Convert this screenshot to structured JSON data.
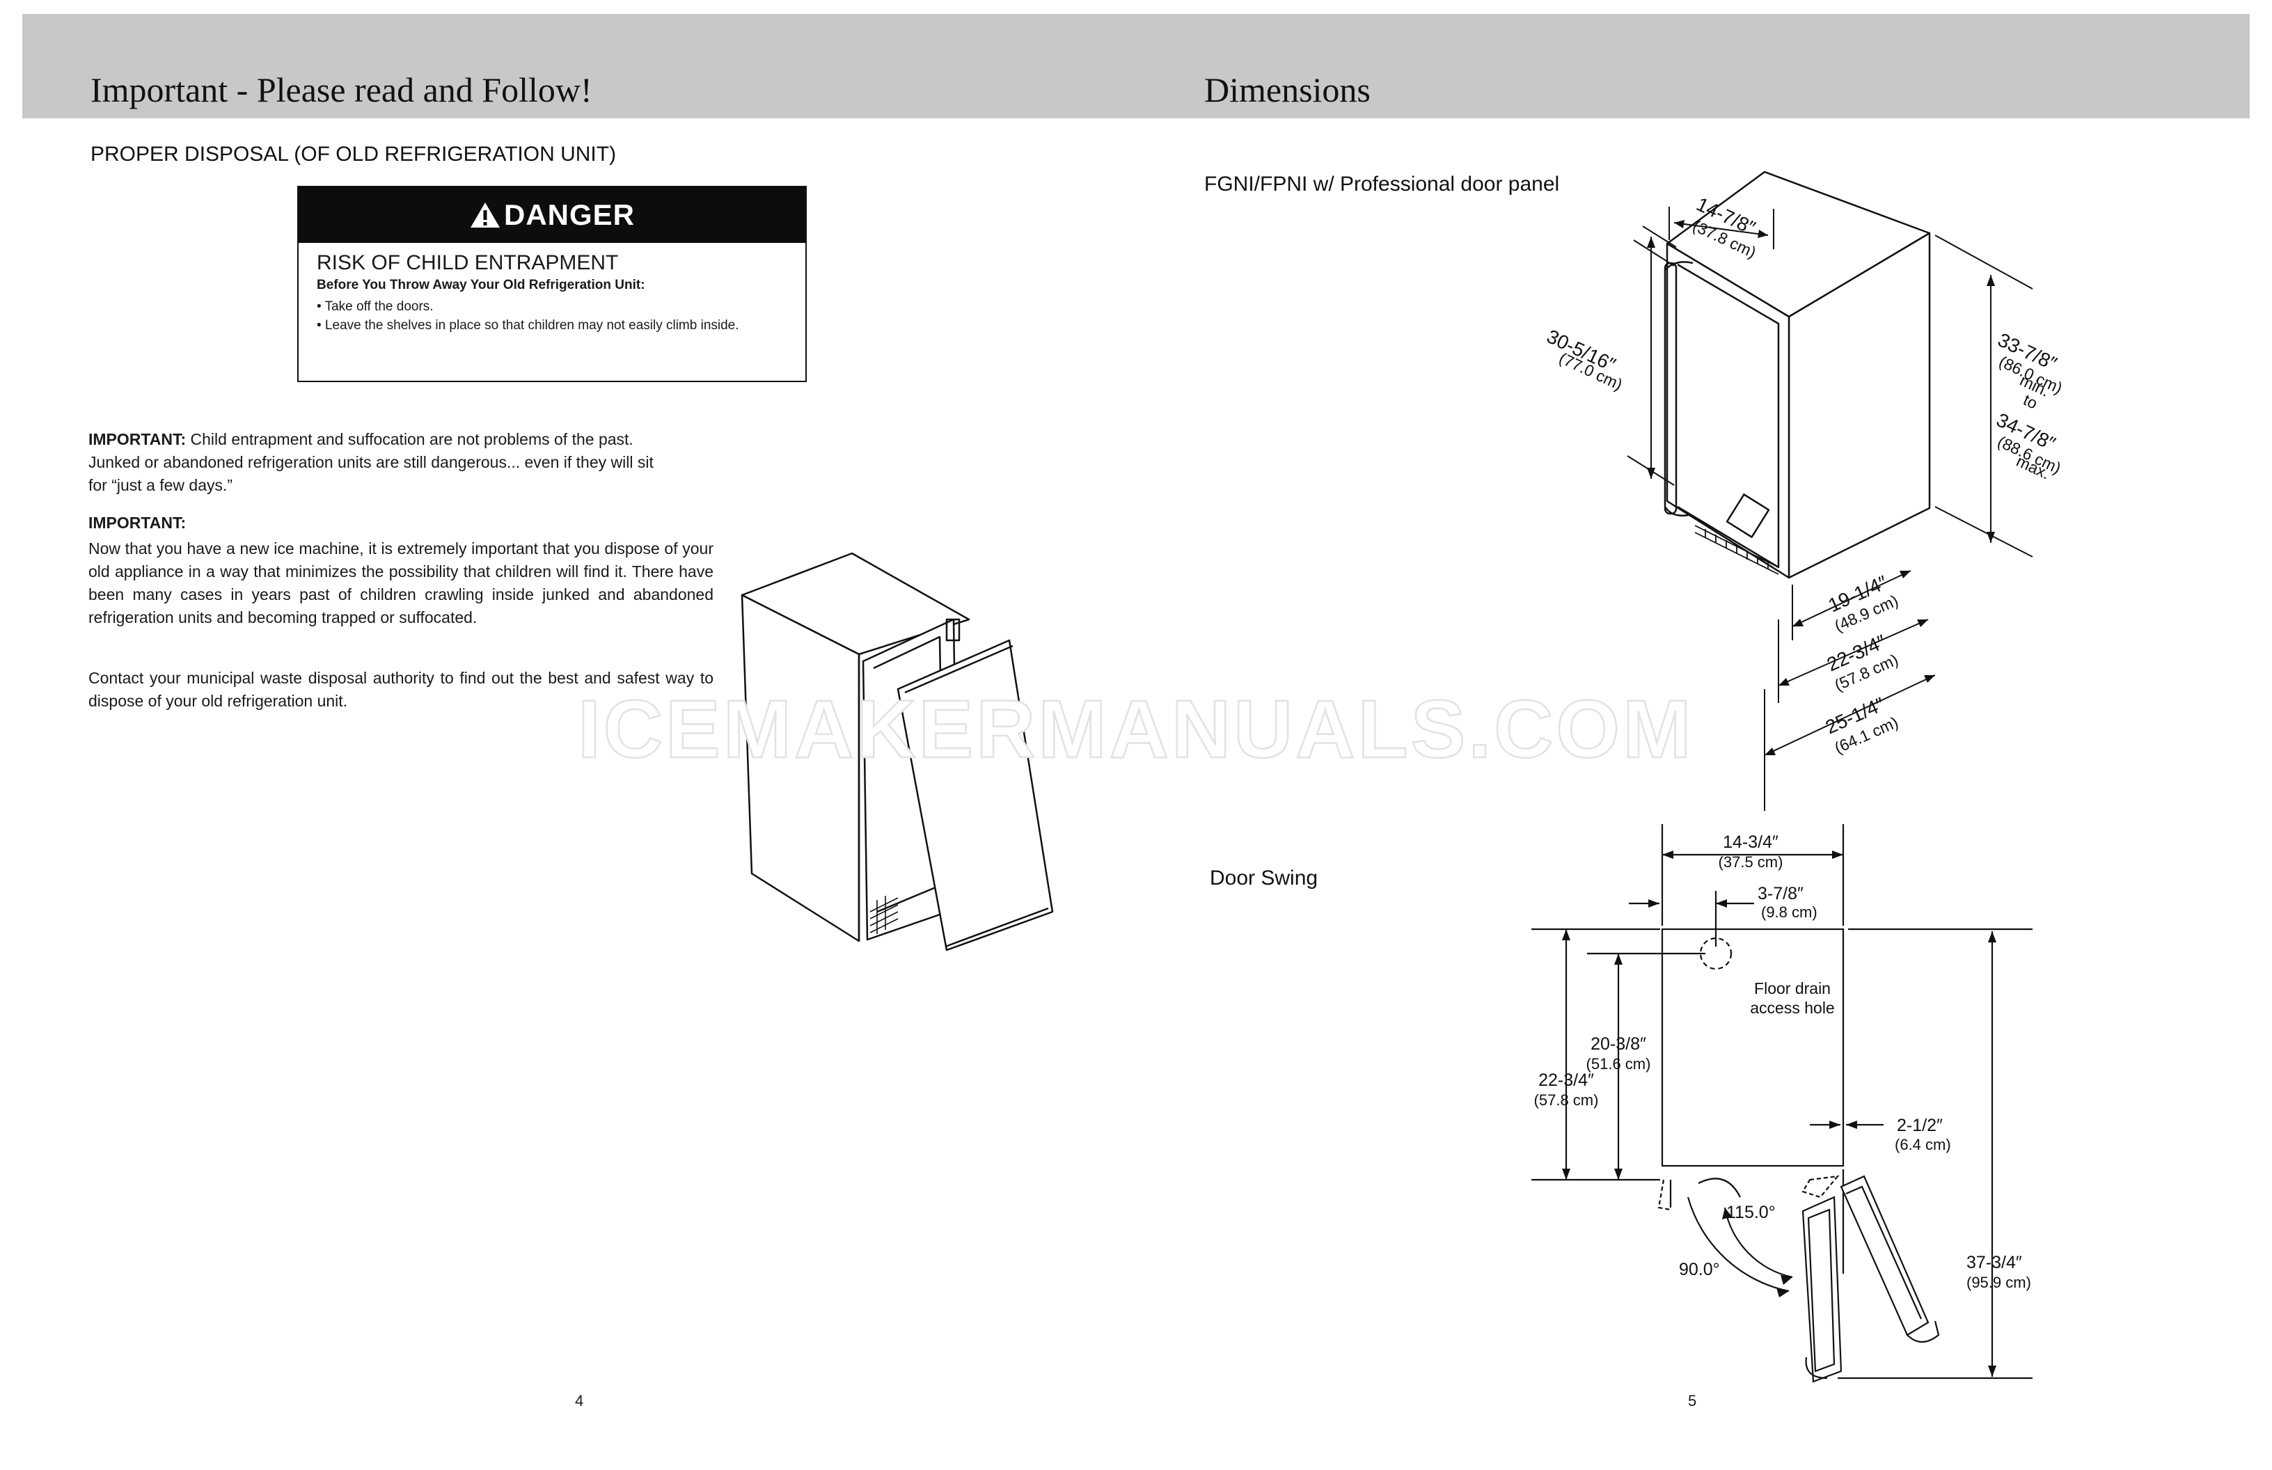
{
  "left_page": {
    "title": "Important -  Please read and Follow!",
    "section_heading": "PROPER DISPOSAL (OF OLD REFRIGERATION UNIT)",
    "danger": {
      "label": "DANGER",
      "title": "RISK OF CHILD ENTRAPMENT",
      "subtitle": "Before You Throw Away Your Old Refrigeration Unit:",
      "items": [
        "• Take off the doors.",
        "• Leave the shelves in place so that children may not easily climb inside."
      ]
    },
    "para1_lead": "IMPORTANT:",
    "para1_text": " Child entrapment and suffocation are not problems of the past. Junked or abandoned refrigeration units are still dangerous... even if they will sit for “just a few days.”",
    "para2_label": "IMPORTANT:",
    "para2_text": "Now that you have a new ice machine, it is extremely important that you dispose of your old appliance in a way that minimizes the possibility that children will find it. There have been many cases in years past of children crawling inside junked and abandoned refrigeration units and becoming trapped or suffocated.",
    "para3_text": "Contact your municipal waste disposal authority to find out the best and safest way to dispose of your old refrigeration unit.",
    "page_number": "4"
  },
  "right_page": {
    "title": "Dimensions",
    "model_label": "FGNI/FPNI w/ Professional door panel",
    "iso": {
      "width": "14-7/8″",
      "width_cm": "(37.8 cm)",
      "height_left": "30-5/16″",
      "height_left_cm": "(77.0 cm)",
      "height_right": "33-7/8″",
      "height_right_cm": "(86.0 cm)",
      "min": "min.",
      "to": "to",
      "height_max": "34-7/8″",
      "height_max_cm": "(88.6 cm)",
      "max": "max.",
      "depth1": "19-1/4″",
      "depth1_cm": "(48.9 cm)",
      "depth2": "22-3/4″",
      "depth2_cm": "(57.8 cm)",
      "depth3": "25-1/4″",
      "depth3_cm": "(64.1 cm)"
    },
    "door_swing": {
      "heading": "Door Swing",
      "width": "14-3/4″",
      "width_cm": "(37.5 cm)",
      "drain_offset": "3-7/8″",
      "drain_offset_cm": "(9.8 cm)",
      "floor_drain_1": "Floor drain",
      "floor_drain_2": "access hole",
      "drain_depth": "20-3/8″",
      "drain_depth_cm": "(51.6 cm)",
      "depth": "22-3/4″",
      "depth_cm": "(57.8 cm)",
      "door_thick": "2-1/2″",
      "door_thick_cm": "(6.4 cm)",
      "angle_115": "115.0°",
      "angle_90": "90.0°",
      "total": "37-3/4″",
      "total_cm": "(95.9 cm)"
    },
    "page_number": "5"
  },
  "watermark": "ICEMAKERMANUALS.COM"
}
